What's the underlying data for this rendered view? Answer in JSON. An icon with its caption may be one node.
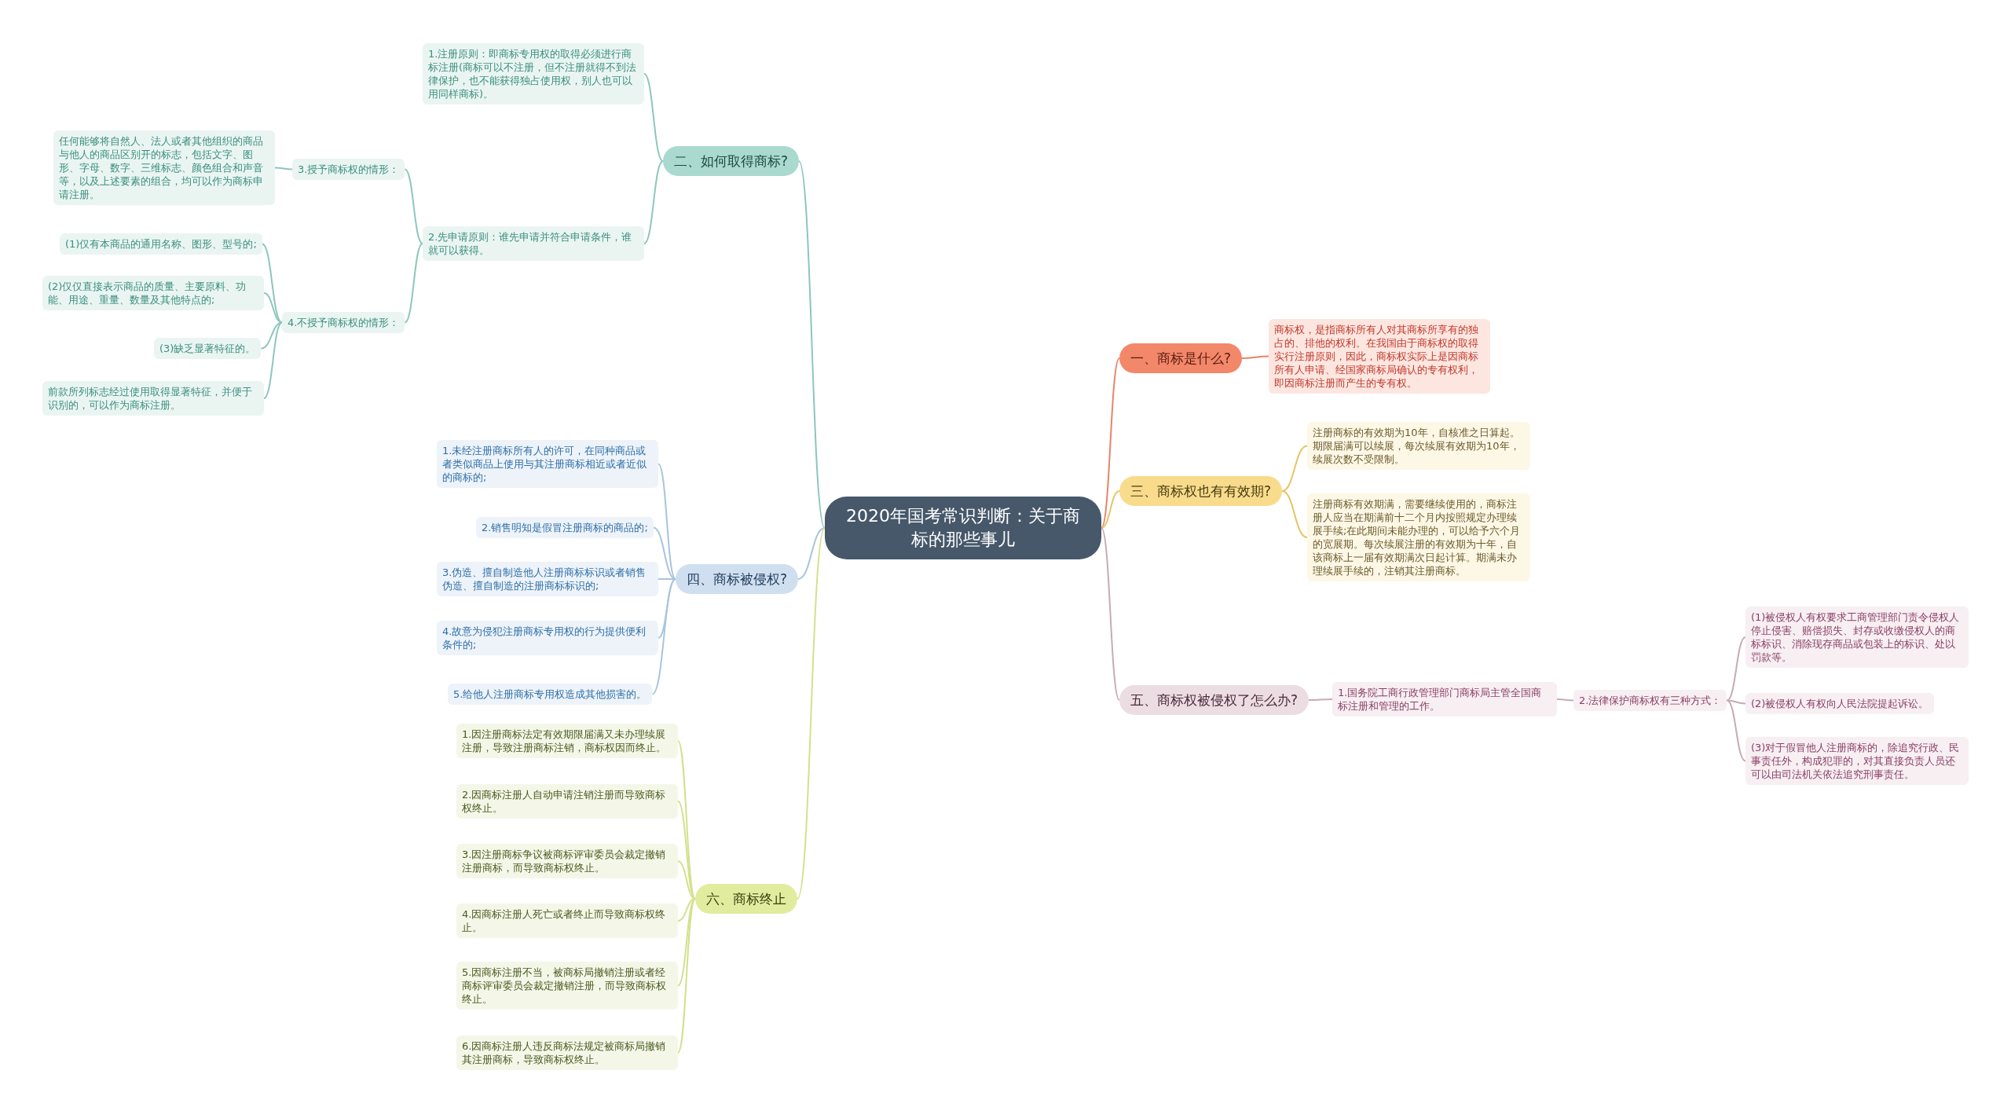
{
  "diagram": {
    "nodes": [
      {
        "text": [
          "2020年国考常识判断：关于商标的那些事儿"
        ]
      },
      {
        "text": [
          "一、商标是什么?"
        ]
      },
      {
        "text": [
          "商标权，是指商标所有人对其商标所享有的独占的、排他的权利。在我国由于商标权的取得实行注册原则，因此，商标权实际上是因商标所有人申请、经国家商标局确认的专有权利，即因商标注册而产生的专有权。"
        ]
      },
      {
        "text": [
          "三、商标权也有有效期?"
        ]
      },
      {
        "text": [
          "注册商标的有效期为10年，自核准之日算起。期限届满可以续展，每次续展有效期为10年，续展次数不受限制。"
        ]
      },
      {
        "text": [
          "注册商标有效期满，需要继续使用的，商标注册人应当在期满前十二个月内按照规定办理续展手续;在此期间未能办理的，可以给予六个月的宽展期。每次续展注册的有效期为十年，自该商标上一届有效期满次日起计算。期满未办理续展手续的，注销其注册商标。"
        ]
      },
      {
        "text": [
          "五、商标权被侵权了怎么办?"
        ]
      },
      {
        "text": [
          "1.国务院工商行政管理部门商标局主管全国商标注册和管理的工作。"
        ]
      },
      {
        "text": [
          "2.法律保护商标权有三种方式："
        ]
      },
      {
        "text": [
          "(1)被侵权人有权要求工商管理部门责令侵权人停止侵害、赔偿损失、封存或收缴侵权人的商标标识、消除现存商品或包装上的标识、处以罚款等。"
        ]
      },
      {
        "text": [
          "(2)被侵权人有权向人民法院提起诉讼。"
        ]
      },
      {
        "text": [
          "(3)对于假冒他人注册商标的，除追究行政、民事责任外，构成犯罪的，对其直接负责人员还可以由司法机关依法追究刑事责任。"
        ]
      },
      {
        "text": [
          "二、如何取得商标?"
        ]
      },
      {
        "text": [
          "1.注册原则：即商标专用权的取得必须进行商标注册(商标可以不注册，但不注册就得不到法律保护，也不能获得独占使用权，别人也可以用同样商标)。"
        ]
      },
      {
        "text": [
          "2.先申请原则：谁先申请并符合申请条件，谁就可以获得。"
        ]
      },
      {
        "text": [
          "3.授予商标权的情形："
        ]
      },
      {
        "text": [
          "任何能够将自然人、法人或者其他组织的商品与他人的商品区别开的标志，包括文字、图形、字母、数字、三维标志、颜色组合和声音等，以及上述要素的组合，均可以作为商标申请注册。"
        ]
      },
      {
        "text": [
          "4.不授予商标权的情形："
        ]
      },
      {
        "text": [
          "(1)仅有本商品的通用名称、图形、型号的;"
        ]
      },
      {
        "text": [
          "(2)仅仅直接表示商品的质量、主要原料、功能、用途、重量、数量及其他特点的;"
        ]
      },
      {
        "text": [
          "(3)缺乏显著特征的。"
        ]
      },
      {
        "text": [
          "前款所列标志经过使用取得显著特征，并便于识别的，可以作为商标注册。"
        ]
      },
      {
        "text": [
          "四、商标被侵权?"
        ]
      },
      {
        "text": [
          "1.未经注册商标所有人的许可，在同种商品或者类似商品上使用与其注册商标相近或者近似的商标的;"
        ]
      },
      {
        "text": [
          "2.销售明知是假冒注册商标的商品的;"
        ]
      },
      {
        "text": [
          "3.伪造、擅自制造他人注册商标标识或者销售伪造、擅自制造的注册商标标识的;"
        ]
      },
      {
        "text": [
          "4.故意为侵犯注册商标专用权的行为提供便利条件的;"
        ]
      },
      {
        "text": [
          "5.给他人注册商标专用权造成其他损害的。"
        ]
      },
      {
        "text": [
          "六、商标终止"
        ]
      },
      {
        "text": [
          "1.因注册商标法定有效期限届满又未办理续展注册，导致注册商标注销，商标权因而终止。"
        ]
      },
      {
        "text": [
          "2.因商标注册人自动申请注销注册而导致商标权终止。"
        ]
      },
      {
        "text": [
          "3.因注册商标争议被商标评审委员会裁定撤销注册商标，而导致商标权终止。"
        ]
      },
      {
        "text": [
          "4.因商标注册人死亡或者终止而导致商标权终止。"
        ]
      },
      {
        "text": [
          "5.因商标注册不当，被商标局撤销注册或者经商标评审委员会裁定撤销注册，而导致商标权终止。"
        ]
      },
      {
        "text": [
          "6.因商标注册人违反商标法规定被商标局撤销其注册商标，导致商标权终止。"
        ]
      }
    ],
    "edges": [
      {
        "from": 0,
        "to": 1,
        "arrow": "none",
        "color": "#e8836a"
      },
      {
        "from": 0,
        "to": 3,
        "arrow": "none",
        "color": "#e6c566"
      },
      {
        "from": 0,
        "to": 6,
        "arrow": "none",
        "color": "#c8aab6"
      },
      {
        "from": 0,
        "to": 12,
        "arrow": "none",
        "color": "#8cc6bc"
      },
      {
        "from": 0,
        "to": 22,
        "arrow": "none",
        "color": "#a8c4dc"
      },
      {
        "from": 0,
        "to": 28,
        "arrow": "none",
        "color": "#d4e08c"
      },
      {
        "from": 1,
        "to": 2,
        "arrow": "none",
        "color": "#e8836a"
      },
      {
        "from": 3,
        "to": 4,
        "arrow": "none",
        "color": "#e6c566"
      },
      {
        "from": 3,
        "to": 5,
        "arrow": "none",
        "color": "#e6c566"
      },
      {
        "from": 6,
        "to": 7,
        "arrow": "none",
        "color": "#c8aab6"
      },
      {
        "from": 7,
        "to": 8,
        "arrow": "none",
        "color": "#c8aab6"
      },
      {
        "from": 8,
        "to": 9,
        "arrow": "none",
        "color": "#c8aab6"
      },
      {
        "from": 8,
        "to": 10,
        "arrow": "none",
        "color": "#c8aab6"
      },
      {
        "from": 8,
        "to": 11,
        "arrow": "none",
        "color": "#c8aab6"
      },
      {
        "from": 12,
        "to": 13,
        "arrow": "none",
        "color": "#8cc6bc"
      },
      {
        "from": 12,
        "to": 14,
        "arrow": "none",
        "color": "#8cc6bc"
      },
      {
        "from": 14,
        "to": 15,
        "arrow": "none",
        "color": "#8cc6bc"
      },
      {
        "from": 14,
        "to": 17,
        "arrow": "none",
        "color": "#8cc6bc"
      },
      {
        "from": 15,
        "to": 16,
        "arrow": "none",
        "color": "#8cc6bc"
      },
      {
        "from": 17,
        "to": 18,
        "arrow": "none",
        "color": "#8cc6bc"
      },
      {
        "from": 17,
        "to": 19,
        "arrow": "none",
        "color": "#8cc6bc"
      },
      {
        "from": 17,
        "to": 20,
        "arrow": "none",
        "color": "#8cc6bc"
      },
      {
        "from": 17,
        "to": 21,
        "arrow": "none",
        "color": "#8cc6bc"
      },
      {
        "from": 22,
        "to": 23,
        "arrow": "none",
        "color": "#a8c4dc"
      },
      {
        "from": 22,
        "to": 24,
        "arrow": "none",
        "color": "#a8c4dc"
      },
      {
        "from": 22,
        "to": 25,
        "arrow": "none",
        "color": "#a8c4dc"
      },
      {
        "from": 22,
        "to": 26,
        "arrow": "none",
        "color": "#a8c4dc"
      },
      {
        "from": 22,
        "to": 27,
        "arrow": "none",
        "color": "#a8c4dc"
      },
      {
        "from": 28,
        "to": 29,
        "arrow": "none",
        "color": "#d4e08c"
      },
      {
        "from": 28,
        "to": 30,
        "arrow": "none",
        "color": "#d4e08c"
      },
      {
        "from": 28,
        "to": 31,
        "arrow": "none",
        "color": "#d4e08c"
      },
      {
        "from": 28,
        "to": 32,
        "arrow": "none",
        "color": "#d4e08c"
      },
      {
        "from": 28,
        "to": 33,
        "arrow": "none",
        "color": "#d4e08c"
      },
      {
        "from": 28,
        "to": 34,
        "arrow": "none",
        "color": "#d4e08c"
      }
    ]
  }
}
